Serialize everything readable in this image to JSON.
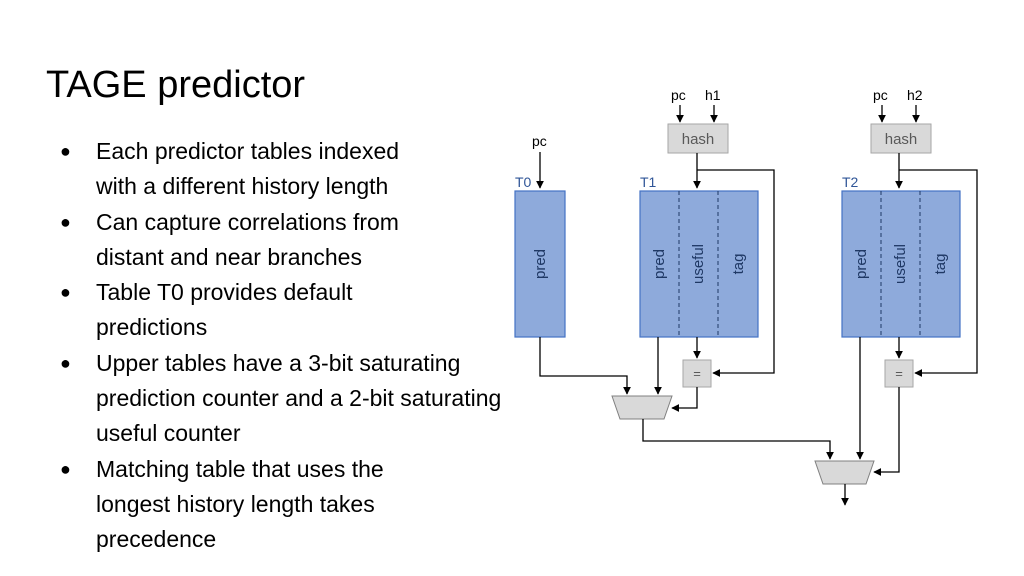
{
  "slide": {
    "title": "TAGE predictor",
    "bullets": [
      "Each predictor tables indexed with a different history length",
      "Can capture correlations from distant and near branches",
      "Table T0 provides default predictions",
      "Upper tables have a 3-bit saturating prediction counter and a 2-bit saturating useful counter",
      "Matching table that uses the longest history length takes precedence"
    ]
  },
  "diagram": {
    "t0": {
      "label": "T0",
      "input": "pc",
      "field": "pred"
    },
    "t1": {
      "label": "T1",
      "inputs": [
        "pc",
        "h1"
      ],
      "hash": "hash",
      "fields": [
        "pred",
        "useful",
        "tag"
      ],
      "compare": "="
    },
    "t2": {
      "label": "T2",
      "inputs": [
        "pc",
        "h2"
      ],
      "hash": "hash",
      "fields": [
        "pred",
        "useful",
        "tag"
      ],
      "compare": "="
    },
    "colors": {
      "table_fill": "#8eaadb",
      "table_stroke": "#4472c4",
      "label_blue": "#2f5597",
      "box_fill": "#d9d9d9",
      "box_stroke": "#a6a6a6",
      "line": "#000000"
    }
  }
}
